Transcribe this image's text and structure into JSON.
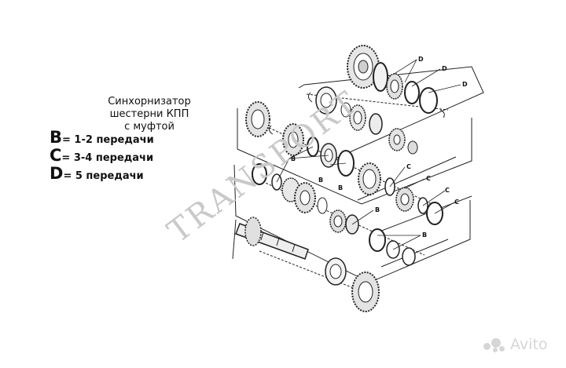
{
  "title": {
    "line1": "Синхорнизатор шестерни КПП",
    "line2": "с муфтой"
  },
  "legend": [
    {
      "letter": "B",
      "text": "= 1-2  передачи"
    },
    {
      "letter": "C",
      "text": "= 3-4  передачи"
    },
    {
      "letter": "D",
      "text": "= 5   передачи"
    }
  ],
  "callouts": {
    "B": "B",
    "C": "C",
    "D": "D"
  },
  "watermark": "TRANSPORT",
  "brand": "Avito"
}
